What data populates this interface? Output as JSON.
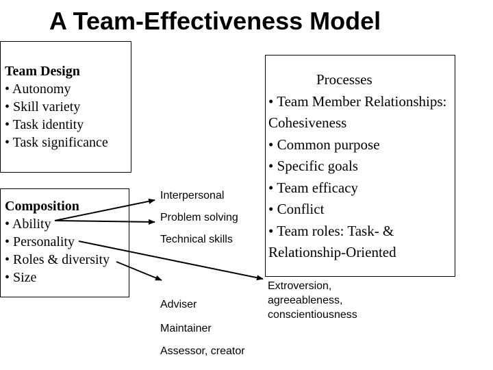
{
  "title": "A Team-Effectiveness Model",
  "team_design": {
    "heading": "Team Design",
    "items": [
      "• Autonomy",
      "• Skill variety",
      "• Task identity",
      "• Task significance"
    ]
  },
  "composition": {
    "heading": "Composition",
    "items": [
      "• Ability",
      "• Personality",
      "• Roles & diversity",
      "• Size"
    ]
  },
  "ability_labels": [
    "Interpersonal",
    "Problem solving",
    "Technical skills"
  ],
  "role_labels": [
    "Adviser",
    "Maintainer",
    "Assessor, creator"
  ],
  "processes": {
    "heading": "Processes",
    "lines": [
      "• Team Member Relationships:",
      "Cohesiveness",
      "• Common purpose",
      "• Specific goals",
      "• Team efficacy",
      "• Conflict",
      "• Team roles: Task- &",
      "Relationship-Oriented"
    ]
  },
  "personality_traits": {
    "lines": [
      "Extroversion,",
      "agreeableness,",
      "conscientiousness"
    ]
  }
}
